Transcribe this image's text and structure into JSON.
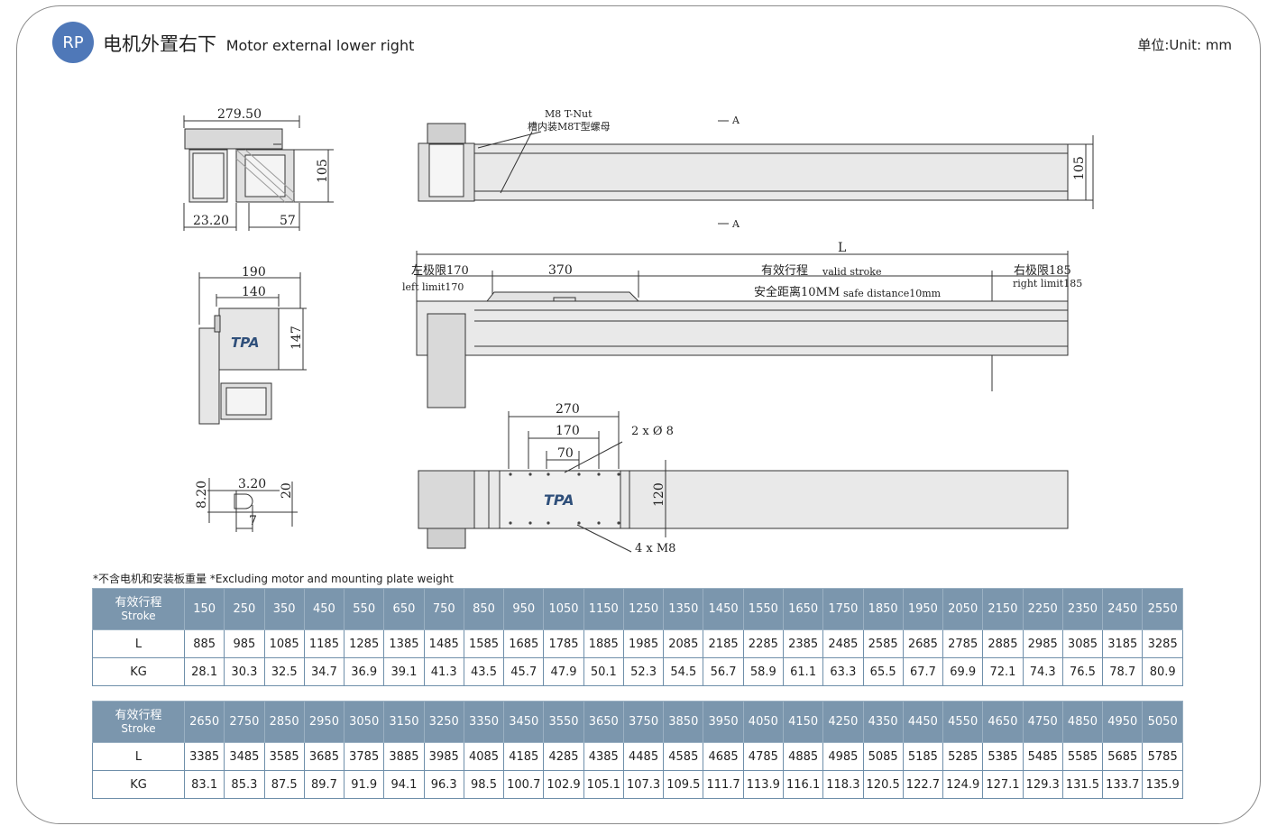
{
  "badge": "RP",
  "title_cn": "电机外置右下",
  "title_en": "Motor external lower right",
  "unit": "单位:Unit: mm",
  "note": "*不含电机和安装板重量  *Excluding motor and mounting plate weight",
  "drawing": {
    "dims": {
      "top_width": "279.50",
      "top_height": "105",
      "left_offset": "23.20",
      "bottom_57": "57",
      "side_190": "190",
      "side_140": "140",
      "side_147": "147",
      "slot_8_20": "8.20",
      "slot_3_20": "3.20",
      "slot_20": "20",
      "slot_7": "7",
      "rail_105": "105",
      "length_L": "L",
      "d370": "370",
      "d270": "270",
      "d170": "170",
      "d70": "70",
      "d120": "120"
    },
    "labels": {
      "tnut_en": "M8 T-Nut",
      "tnut_cn": "槽内装M8T型螺母",
      "section_a": "A",
      "left_limit_cn": "左极限170",
      "left_limit_en": "left limit170",
      "valid_stroke_cn": "有效行程",
      "valid_stroke_en": "valid stroke",
      "safe_cn": "安全距离10MM",
      "safe_en": "safe distance10mm",
      "right_limit_cn": "右极限185",
      "right_limit_en": "right limit185",
      "holes": "2 x Ø 8",
      "tapped": "4 x  M8",
      "logo": "TPA"
    }
  },
  "table1": {
    "header_cn": "有效行程",
    "header_en": "Stroke",
    "strokes": [
      "150",
      "250",
      "350",
      "450",
      "550",
      "650",
      "750",
      "850",
      "950",
      "1050",
      "1150",
      "1250",
      "1350",
      "1450",
      "1550",
      "1650",
      "1750",
      "1850",
      "1950",
      "2050",
      "2150",
      "2250",
      "2350",
      "2450",
      "2550"
    ],
    "L_label": "L",
    "L": [
      "885",
      "985",
      "1085",
      "1185",
      "1285",
      "1385",
      "1485",
      "1585",
      "1685",
      "1785",
      "1885",
      "1985",
      "2085",
      "2185",
      "2285",
      "2385",
      "2485",
      "2585",
      "2685",
      "2785",
      "2885",
      "2985",
      "3085",
      "3185",
      "3285"
    ],
    "KG_label": "KG",
    "KG": [
      "28.1",
      "30.3",
      "32.5",
      "34.7",
      "36.9",
      "39.1",
      "41.3",
      "43.5",
      "45.7",
      "47.9",
      "50.1",
      "52.3",
      "54.5",
      "56.7",
      "58.9",
      "61.1",
      "63.3",
      "65.5",
      "67.7",
      "69.9",
      "72.1",
      "74.3",
      "76.5",
      "78.7",
      "80.9"
    ]
  },
  "table2": {
    "header_cn": "有效行程",
    "header_en": "Stroke",
    "strokes": [
      "2650",
      "2750",
      "2850",
      "2950",
      "3050",
      "3150",
      "3250",
      "3350",
      "3450",
      "3550",
      "3650",
      "3750",
      "3850",
      "3950",
      "4050",
      "4150",
      "4250",
      "4350",
      "4450",
      "4550",
      "4650",
      "4750",
      "4850",
      "4950",
      "5050"
    ],
    "L_label": "L",
    "L": [
      "3385",
      "3485",
      "3585",
      "3685",
      "3785",
      "3885",
      "3985",
      "4085",
      "4185",
      "4285",
      "4385",
      "4485",
      "4585",
      "4685",
      "4785",
      "4885",
      "4985",
      "5085",
      "5185",
      "5285",
      "5385",
      "5485",
      "5585",
      "5685",
      "5785"
    ],
    "KG_label": "KG",
    "KG": [
      "83.1",
      "85.3",
      "87.5",
      "89.7",
      "91.9",
      "94.1",
      "96.3",
      "98.5",
      "100.7",
      "102.9",
      "105.1",
      "107.3",
      "109.5",
      "111.7",
      "113.9",
      "116.1",
      "118.3",
      "120.5",
      "122.7",
      "124.9",
      "127.1",
      "129.3",
      "131.5",
      "133.7",
      "135.9"
    ]
  }
}
